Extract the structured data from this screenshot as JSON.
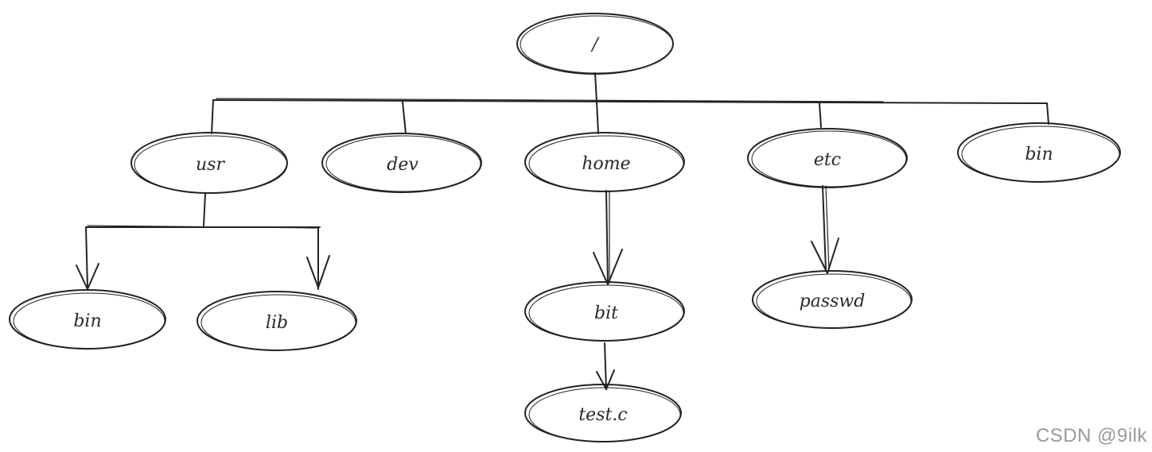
{
  "diagram": {
    "nodes": {
      "root": "/",
      "usr": "usr",
      "dev": "dev",
      "home": "home",
      "etc": "etc",
      "bin": "bin",
      "usr_bin": "bin",
      "usr_lib": "lib",
      "home_bit": "bit",
      "etc_passwd": "passwd",
      "bit_test": "test.c"
    }
  },
  "watermark": "CSDN @9ilk"
}
